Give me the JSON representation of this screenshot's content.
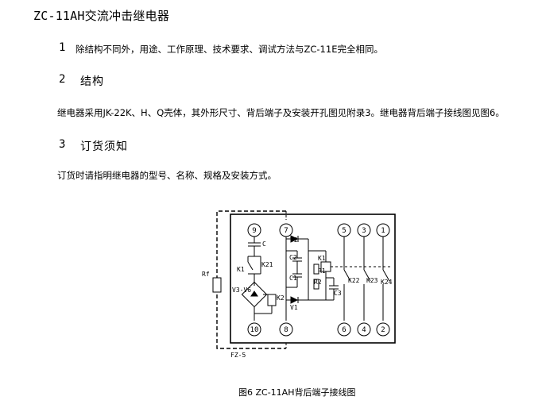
{
  "document": {
    "title": "ZC-11AH交流冲击继电器",
    "sections": [
      {
        "num": "1",
        "title": "",
        "text": "除结构不同外，用途、工作原理、技术要求、调试方法与ZC-11E完全相同。"
      },
      {
        "num": "2",
        "title": "结构",
        "text": "继电器采用JK-22K、H、Q壳体，其外形尺寸、背后端子及安装开孔图见附录3。继电器背后端子接线图见图6。"
      },
      {
        "num": "3",
        "title": "订货须知",
        "text": "订货时请指明继电器的型号、名称、规格及安装方式。"
      }
    ],
    "figure": {
      "caption": "图6  ZC-11AH背后端子接线图",
      "terminals": [
        "9",
        "7",
        "5",
        "3",
        "1",
        "10",
        "8",
        "6",
        "4",
        "2"
      ],
      "labels": {
        "rf": "Rf",
        "fz": "FZ-5",
        "c": "C",
        "k1": "K1",
        "k21": "K21",
        "v3v6": "V3-V6",
        "k2": "K2",
        "v2": "V2",
        "v1": "V1",
        "c1": "C1",
        "c2": "C2",
        "c3": "C3",
        "r1": "R1",
        "r2": "R2",
        "k1b": "K1",
        "k22": "K22",
        "k23": "K23",
        "k24": "K24"
      }
    }
  }
}
